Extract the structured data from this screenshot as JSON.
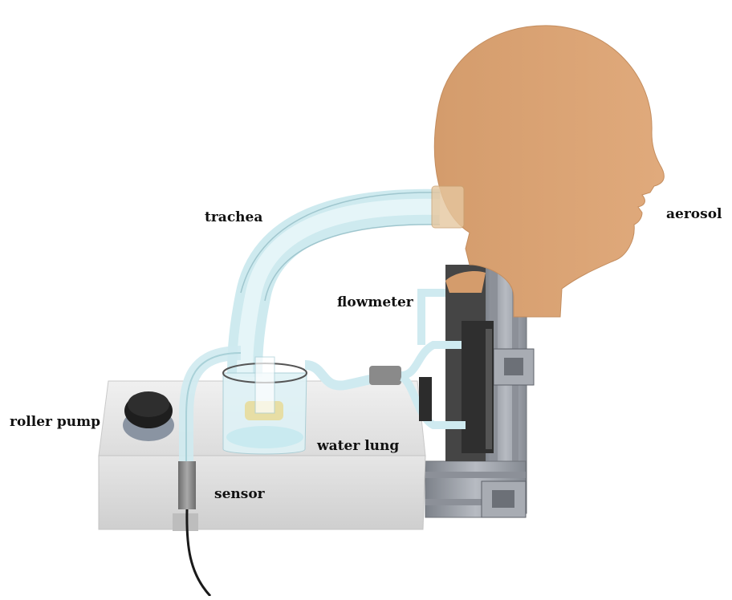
{
  "labels": {
    "trachea": "trachea",
    "aerosol": "aerosol",
    "flowmeter": "flowmeter",
    "roller_pump": "roller pump",
    "water_lung": "water lung",
    "sensor": "sensor"
  },
  "colors": {
    "head": "#dca577",
    "tube": "#cfeaf0",
    "box": "#e3e3e3",
    "frame": "#9a9ea6",
    "dark_block": "#3a3a3a"
  }
}
